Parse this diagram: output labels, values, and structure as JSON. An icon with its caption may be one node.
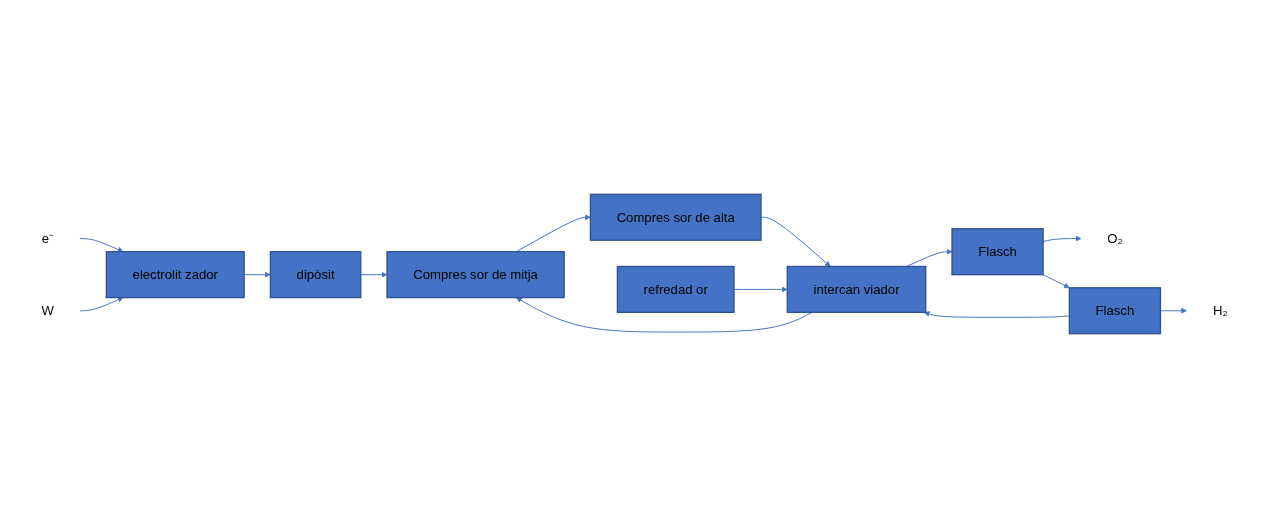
{
  "diagram": {
    "nodes": [
      {
        "text": [
          "e⁻"
        ]
      },
      {
        "text": [
          "electrolit zador"
        ]
      },
      {
        "text": [
          "W"
        ]
      },
      {
        "text": [
          "dipòsit"
        ]
      },
      {
        "text": [
          "Compres sor de mitja"
        ]
      },
      {
        "text": [
          "Compres sor de alta"
        ]
      },
      {
        "text": [
          "refredad or"
        ]
      },
      {
        "text": [
          "intercan viador"
        ]
      },
      {
        "text": [
          "Flasch"
        ]
      },
      {
        "text": [
          "O₂"
        ]
      },
      {
        "text": [
          "Flasch"
        ]
      },
      {
        "text": [
          "H₂"
        ]
      }
    ],
    "edges": [
      {
        "from": 0,
        "to": 1,
        "arrow": "to"
      },
      {
        "from": 2,
        "to": 1,
        "arrow": "to"
      },
      {
        "from": 1,
        "to": 3,
        "arrow": "to"
      },
      {
        "from": 3,
        "to": 4,
        "arrow": "to"
      },
      {
        "from": 4,
        "to": 5,
        "arrow": "to"
      },
      {
        "from": 5,
        "to": 7,
        "arrow": "to"
      },
      {
        "from": 6,
        "to": 7,
        "arrow": "to"
      },
      {
        "from": 7,
        "to": 8,
        "arrow": "to"
      },
      {
        "from": 8,
        "to": 9,
        "arrow": "to"
      },
      {
        "from": 8,
        "to": 10,
        "arrow": "to"
      },
      {
        "from": 10,
        "to": 7,
        "arrow": "to"
      },
      {
        "from": 7,
        "to": 4,
        "arrow": "to"
      },
      {
        "from": 10,
        "to": 11,
        "arrow": "to"
      }
    ]
  }
}
